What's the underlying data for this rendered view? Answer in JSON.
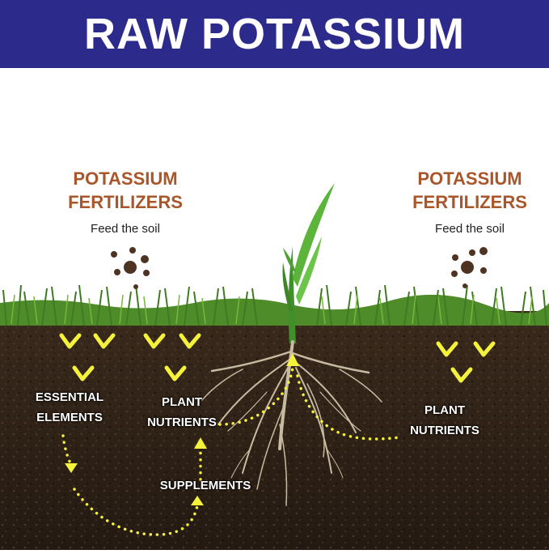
{
  "banner": {
    "title": "RAW POTASSIUM"
  },
  "left_panel": {
    "heading_line1": "POTASSIUM",
    "heading_line2": "FERTILIZERS",
    "subtitle": "Feed the soil"
  },
  "right_panel": {
    "heading_line1": "POTASSIUM",
    "heading_line2": "FERTILIZERS",
    "subtitle": "Feed the soil"
  },
  "soil_labels": {
    "essential_line1": "ESSENTIAL",
    "essential_line2": "ELEMENTS",
    "plant_left_line1": "PLANT",
    "plant_left_line2": "NUTRIENTS",
    "supplements": "SUPPLEMENTS",
    "plant_right_line1": "PLANT",
    "plant_right_line2": "NUTRIENTS"
  },
  "colors": {
    "banner": "#2c2a8a",
    "heading": "#a8562a",
    "arrow": "#f4f23a",
    "soil": "#2b2119",
    "grass": "#4e8c2a"
  }
}
